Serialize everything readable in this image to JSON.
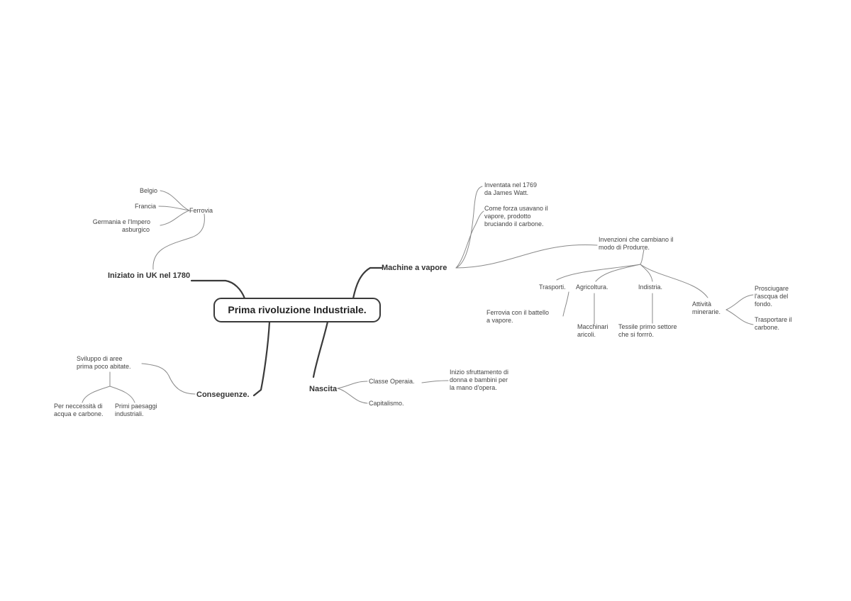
{
  "root": "Prima rivoluzione Industriale.",
  "iniziato": {
    "title": "Iniziato in UK nel 1780",
    "ferrovia": "Ferrovia",
    "belgio": "Belgio",
    "francia": "Francia",
    "germania_1": "Germania e l'Impero",
    "germania_2": "asburgico"
  },
  "machine": {
    "title": "Machine a vapore",
    "inventata_1": "Inventata nel 1769",
    "inventata_2": "da James Watt.",
    "forza_1": "Come forza usavano il",
    "forza_2": "vapore, prodotto",
    "forza_3": "bruciando il carbone.",
    "invenzioni_1": "Invenzioni che cambiano il",
    "invenzioni_2": "modo di Produrre.",
    "trasporti": "Trasporti.",
    "agricoltura": "Agricoltura.",
    "industria": "Indistria.",
    "attivita_1": "Attività",
    "attivita_2": "minerarie.",
    "ferrovia_battello_1": "Ferrovia con il battello",
    "ferrovia_battello_2": "a vapore.",
    "macchinari_1": "Macchinari",
    "macchinari_2": "aricoli.",
    "tessile_1": "Tessile primo settore",
    "tessile_2": "che si forrrò.",
    "prosciugare_1": "Prosciugare",
    "prosciugare_2": "l'ascqua del",
    "prosciugare_3": "fondo.",
    "trasportare_1": "Trasportare il",
    "trasportare_2": "carbone."
  },
  "conseguenze": {
    "title": "Conseguenze.",
    "sviluppo_1": "Sviluppo di aree",
    "sviluppo_2": "prima poco abitate.",
    "necessita_1": "Per neccessità di",
    "necessita_2": "acqua e carbone.",
    "paesaggi_1": "Primi paesaggi",
    "paesaggi_2": "industriali."
  },
  "nascita": {
    "title": "Nascita",
    "classe": "Classe Operaia.",
    "capitalismo": "Capitalismo.",
    "sfruttamento_1": "Inizio sfruttamento di",
    "sfruttamento_2": "donna e bambini per",
    "sfruttamento_3": "la mano d'opera."
  }
}
